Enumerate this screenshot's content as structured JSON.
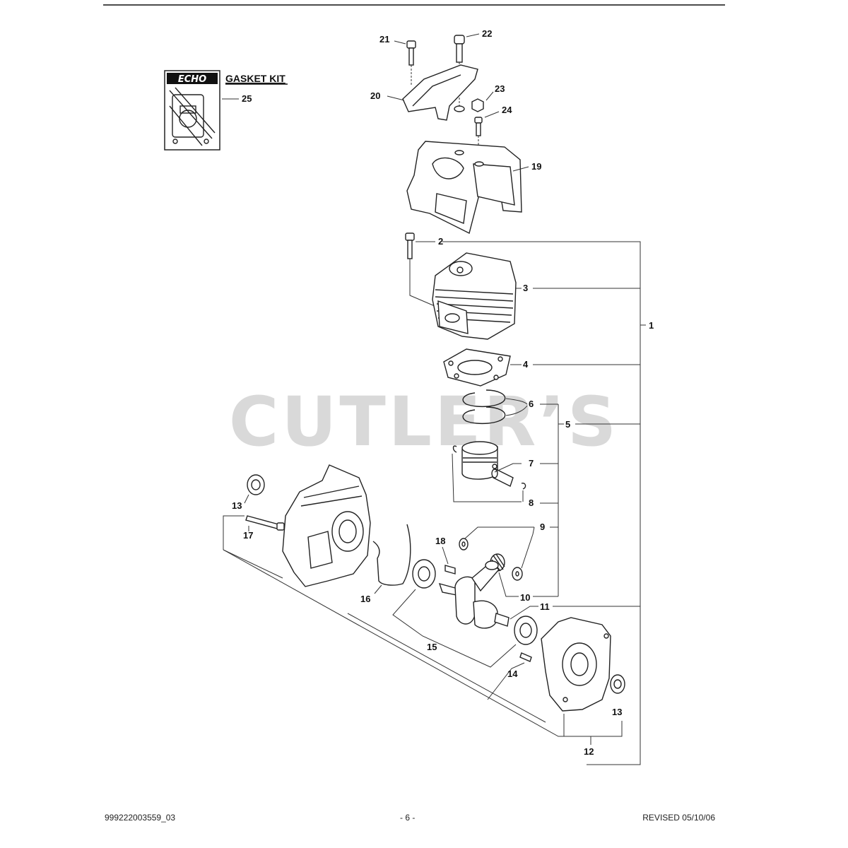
{
  "header_rule": true,
  "watermark": "CUTLER’S",
  "gasket_kit": {
    "title": "GASKET KIT",
    "logo_text": "ECHO",
    "callout": "25"
  },
  "callouts": {
    "c1": "1",
    "c2": "2",
    "c3": "3",
    "c4": "4",
    "c5": "5",
    "c6": "6",
    "c7": "7",
    "c8": "8",
    "c9": "9",
    "c10": "10",
    "c11": "11",
    "c12": "12",
    "c13a": "13",
    "c13b": "13",
    "c14": "14",
    "c15": "15",
    "c16": "16",
    "c17": "17",
    "c18": "18",
    "c19": "19",
    "c20": "20",
    "c21": "21",
    "c22": "22",
    "c23": "23",
    "c24": "24"
  },
  "footer": {
    "doc_number": "999222003559_03",
    "page": "- 6 -",
    "revised": "REVISED 05/10/06"
  }
}
